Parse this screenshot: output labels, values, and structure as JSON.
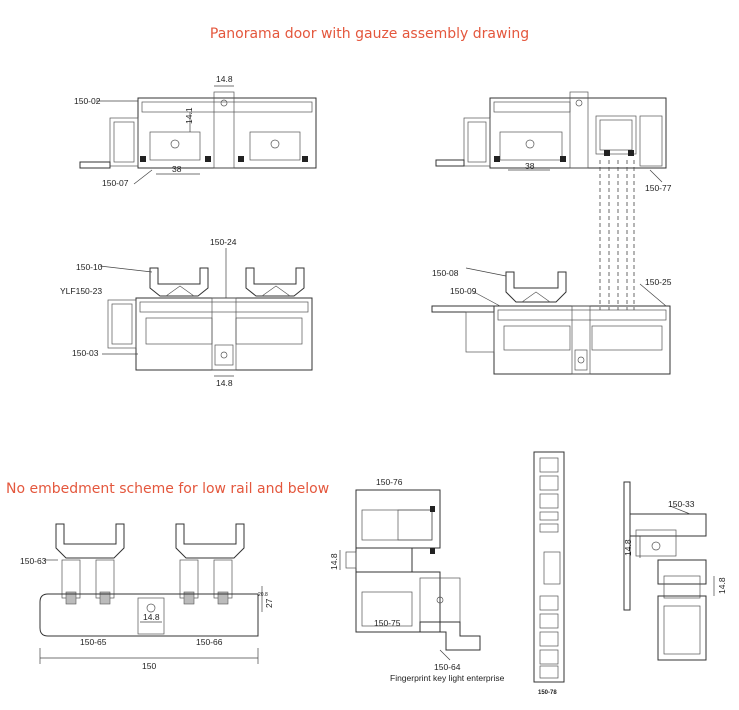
{
  "titles": {
    "main": "Panorama door with gauze assembly drawing",
    "section": "No embedment scheme for low rail and below"
  },
  "labels": {
    "p150_02": "150-02",
    "p150_07": "150-07",
    "dim_14_8_top": "14.8",
    "dim_14_1": "14.1",
    "dim_38_left": "38",
    "dim_38_right": "38",
    "p150_77": "150-77",
    "p150_10": "150-10",
    "p150_24": "150-24",
    "ylf150_23": "YLF150-23",
    "p150_03": "150-03",
    "dim_14_8_mid": "14.8",
    "p150_08": "150-08",
    "p150_09": "150-09",
    "p150_25": "150-25",
    "p150_63": "150-63",
    "p150_65": "150-65",
    "dim_14_8_low": "14.8",
    "p150_66": "150-66",
    "dim_150": "150",
    "dim_27": "27",
    "dim_20": "20.8",
    "p150_76": "150-76",
    "dim_14_8_side": "14.8",
    "p150_75": "150-75",
    "p150_64": "150-64",
    "enterprise": "Fingerprint key light enterprise",
    "p150_78": "150-78",
    "p150_33": "150-33",
    "dim_14_8_a": "14.8",
    "dim_14_8_b": "14.8"
  },
  "colors": {
    "title": "#e4573d",
    "line": "#333333"
  }
}
